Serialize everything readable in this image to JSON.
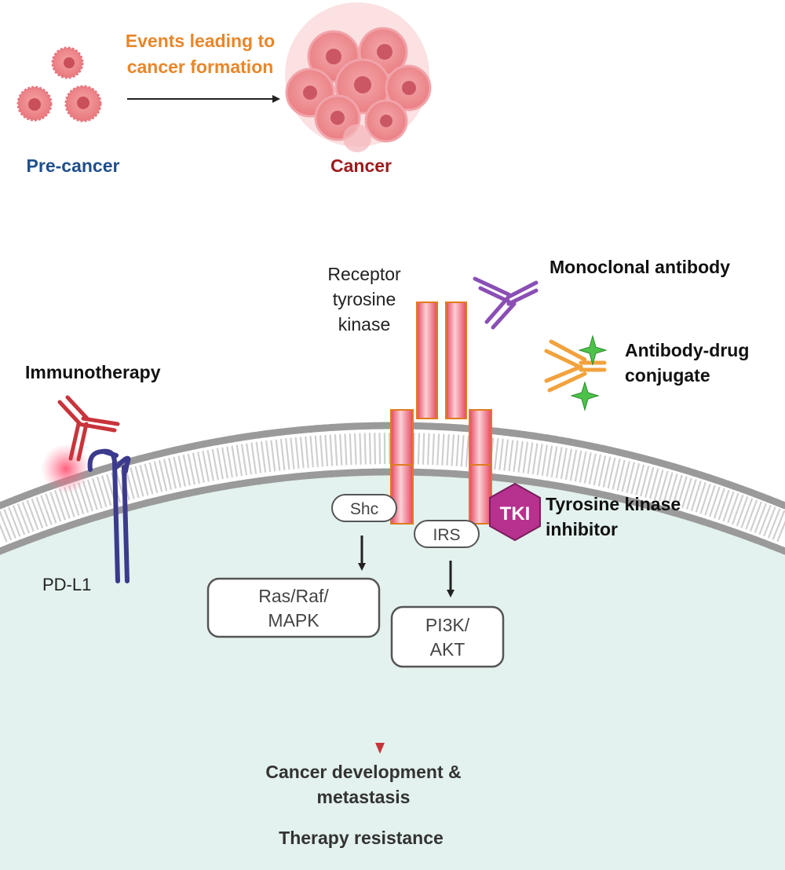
{
  "top": {
    "events_line1": "Events leading to",
    "events_line2": "cancer formation",
    "precancer_label": "Pre-cancer",
    "cancer_label": "Cancer"
  },
  "receptor": {
    "label_line1": "Receptor",
    "label_line2": "tyrosine",
    "label_line3": "kinase"
  },
  "therapies": {
    "monoclonal": "Monoclonal antibody",
    "adc_line1": "Antibody-drug",
    "adc_line2": "conjugate",
    "immunotherapy": "Immunotherapy",
    "tki_badge": "TKI",
    "tki_line1": "Tyrosine kinase",
    "tki_line2": "inhibitor"
  },
  "pdl1": "PD-L1",
  "pathway": {
    "shc": "Shc",
    "irs": "IRS",
    "ras_line1": "Ras/Raf/",
    "ras_line2": "MAPK",
    "pi3k_line1": "PI3K/",
    "pi3k_line2": "AKT"
  },
  "outcome": {
    "line1": "Cancer development &",
    "line2": "metastasis",
    "resistance": "Therapy resistance"
  },
  "colors": {
    "precancer_text": "#1f4e8c",
    "cancer_text": "#9b1b1b",
    "events_text": "#e8862a",
    "cell_pink": "#f0878c",
    "receptor_pink": "#ef6f82",
    "receptor_edge": "#e07b1e",
    "membrane_fill": "#e3f2ee",
    "pd_l1_purple": "#3b3a8c",
    "immuno_red": "#c8343b",
    "mab_purple": "#8a4fb5",
    "adc_orange": "#f2a23d",
    "adc_green": "#4cc24a",
    "tki_magenta": "#b7318f",
    "outcome_arrow": "#c8343b"
  }
}
